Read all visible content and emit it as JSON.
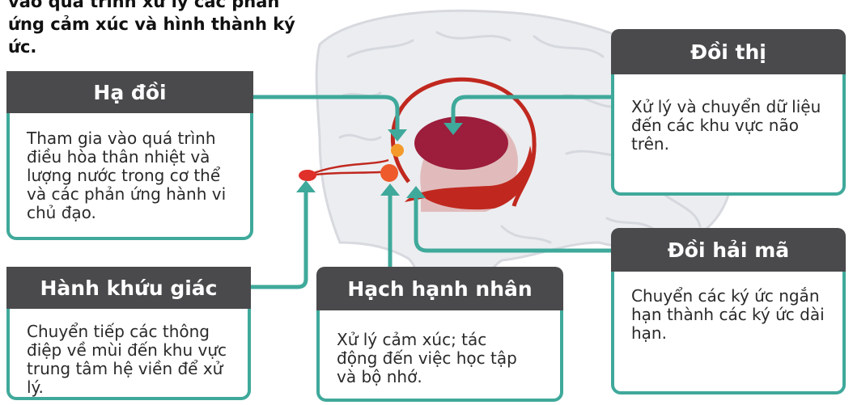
{
  "intro_text": "vào quá trình xử lý các phản ứng cảm xúc và hình thành ký ức.",
  "colors": {
    "teal": "#3fa99b",
    "header": "#4a4a4c",
    "red": "#c0281f",
    "thalamus": "#9c1d3c"
  },
  "panels": {
    "ha_doi": {
      "title": "Hạ đồi",
      "text": "Tham gia vào quá trình điều hòa thân nhiệt và lượng nước trong cơ thể và các phản ứng hành vi chủ đạo."
    },
    "doi_thi": {
      "title": "Đồi thị",
      "text": "Xử lý và chuyển dữ liệu đến các khu vực não trên."
    },
    "hanh_khuu_giac": {
      "title": "Hành khứu giác",
      "text": "Chuyển tiếp các thông điệp về mùi đến khu vực trung tâm hệ viền để xử lý."
    },
    "hach_hanh_nhan": {
      "title": "Hạch hạnh nhân",
      "text": "Xử lý cảm xúc; tác động đến việc học tập và bộ nhớ."
    },
    "doi_hai_ma": {
      "title": "Đồi hải mã",
      "text": "Chuyển các ký ức ngắn hạn thành các ký ức dài hạn."
    }
  }
}
